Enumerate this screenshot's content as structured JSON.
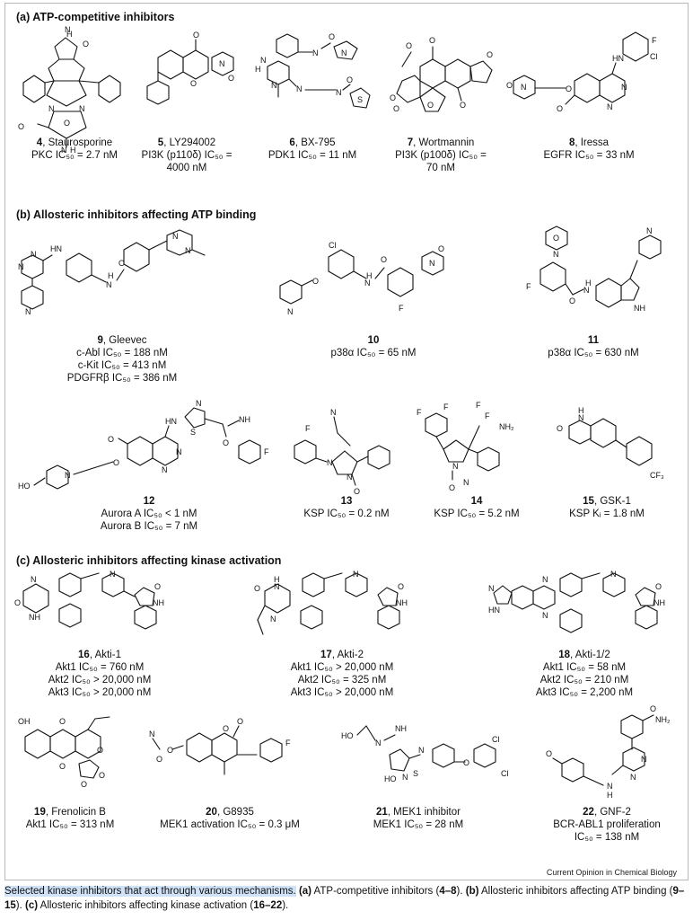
{
  "figure": {
    "sections": [
      {
        "id": "a",
        "title": "(a) ATP-competitive inhibitors"
      },
      {
        "id": "b",
        "title": "(b) Allosteric inhibitors affecting ATP binding"
      },
      {
        "id": "c",
        "title": "(c) Allosteric inhibitors affecting kinase activation"
      }
    ],
    "compounds": [
      {
        "num": "4",
        "name": ", Staurosporine",
        "lines": [
          "PKC IC₅₀ = 2.7 nM"
        ]
      },
      {
        "num": "5",
        "name": ", LY294002",
        "lines": [
          "PI3K (p110δ) IC₅₀ =",
          "4000 nM"
        ]
      },
      {
        "num": "6",
        "name": ", BX-795",
        "lines": [
          "PDK1 IC₅₀ = 11 nM"
        ]
      },
      {
        "num": "7",
        "name": ", Wortmannin",
        "lines": [
          "PI3K (p100δ) IC₅₀ =",
          "70 nM"
        ]
      },
      {
        "num": "8",
        "name": ", Iressa",
        "lines": [
          "EGFR IC₅₀ = 33 nM"
        ]
      },
      {
        "num": "9",
        "name": ", Gleevec",
        "lines": [
          "c-Abl IC₅₀ = 188 nM",
          "c-Kit IC₅₀ = 413 nM",
          "PDGFRβ IC₅₀ = 386 nM"
        ]
      },
      {
        "num": "10",
        "name": "",
        "lines": [
          "p38α IC₅₀ = 65 nM"
        ]
      },
      {
        "num": "11",
        "name": "",
        "lines": [
          "p38α IC₅₀ = 630 nM"
        ]
      },
      {
        "num": "12",
        "name": "",
        "lines": [
          "Aurora A IC₅₀ < 1 nM",
          "Aurora B IC₅₀ = 7 nM"
        ]
      },
      {
        "num": "13",
        "name": "",
        "lines": [
          "KSP IC₅₀ = 0.2 nM"
        ]
      },
      {
        "num": "14",
        "name": "",
        "lines": [
          "KSP IC₅₀ = 5.2 nM"
        ]
      },
      {
        "num": "15",
        "name": ", GSK-1",
        "lines": [
          "KSP Kᵢ = 1.8 nM"
        ]
      },
      {
        "num": "16",
        "name": ", Akti-1",
        "lines": [
          "Akt1 IC₅₀ = 760 nM",
          "Akt2 IC₅₀ > 20,000 nM",
          "Akt3 IC₅₀ > 20,000 nM"
        ]
      },
      {
        "num": "17",
        "name": ", Akti-2",
        "lines": [
          "Akt1 IC₅₀ > 20,000 nM",
          "Akt2 IC₅₀ = 325 nM",
          "Akt3 IC₅₀ > 20,000 nM"
        ]
      },
      {
        "num": "18",
        "name": ", Akti-1/2",
        "lines": [
          "Akt1 IC₅₀ = 58 nM",
          "Akt2 IC₅₀ = 210 nM",
          "Akt3 IC₅₀ = 2,200 nM"
        ]
      },
      {
        "num": "19",
        "name": ", Frenolicin B",
        "lines": [
          "Akt1 IC₅₀ = 313 nM"
        ]
      },
      {
        "num": "20",
        "name": ", G8935",
        "lines": [
          "MEK1 activation IC₅₀ = 0.3 μM"
        ]
      },
      {
        "num": "21",
        "name": ", MEK1 inhibitor",
        "lines": [
          "MEK1 IC₅₀ = 28 nM"
        ]
      },
      {
        "num": "22",
        "name": ", GNF-2",
        "lines": [
          "BCR-ABL1 proliferation",
          "IC₅₀ = 138 nM"
        ]
      }
    ],
    "credit": "Current Opinion in Chemical Biology"
  },
  "caption": {
    "highlight": "Selected kinase inhibitors that act through various mechanisms.",
    "part_a_label": "(a)",
    "part_a_text": " ATP-competitive inhibitors (",
    "part_a_range": "4–8",
    "part_a_end": "). ",
    "part_b_label": "(b)",
    "part_b_text": " Allosteric inhibitors affecting ATP binding (",
    "part_b_range": "9–15",
    "part_b_end": "). ",
    "part_c_label": "(c)",
    "part_c_text": " Allosteric inhibitors affecting kinase activation (",
    "part_c_range": "16–22",
    "part_c_end": ")."
  }
}
